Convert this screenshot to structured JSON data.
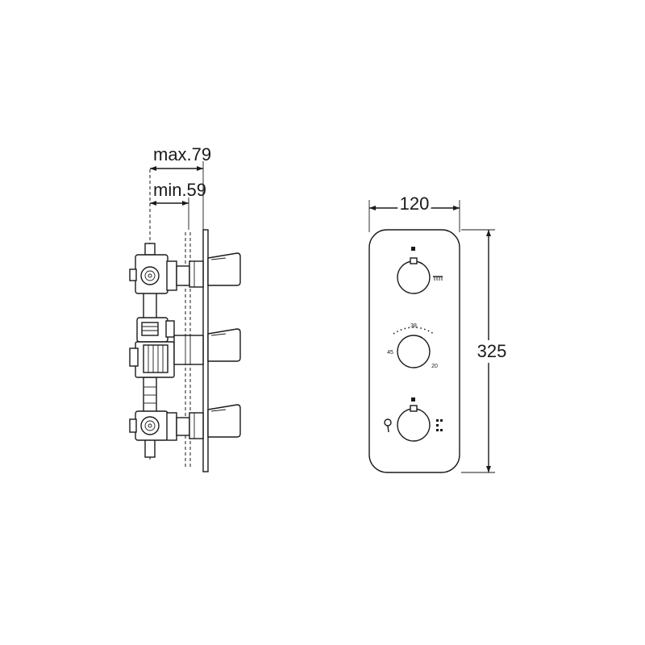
{
  "side_view": {
    "max_label": "max.79",
    "min_label": "min.59"
  },
  "front_view": {
    "width_label": "120",
    "height_label": "325",
    "thermostat_scale": {
      "top": "38",
      "left": "45",
      "right": "20"
    }
  },
  "colors": {
    "line": "#1a1a1a",
    "background": "#ffffff"
  }
}
